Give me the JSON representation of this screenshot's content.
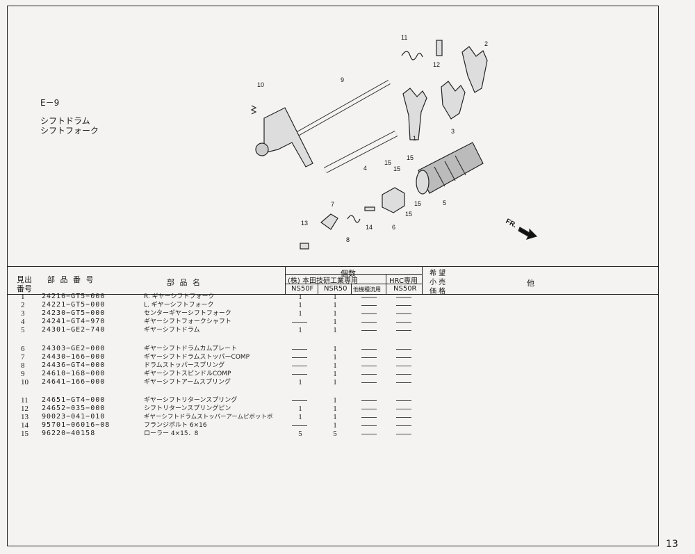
{
  "section": {
    "code": "E－9",
    "title1": "シフトドラム",
    "title2": "シフトフォーク"
  },
  "diagram": {
    "fr_label": "FR.",
    "callouts": [
      "1",
      "2",
      "3",
      "4",
      "5",
      "6",
      "7",
      "8",
      "9",
      "10",
      "11",
      "12",
      "13",
      "14",
      "15",
      "15",
      "15",
      "15",
      "15"
    ]
  },
  "header": {
    "no_label_1": "見出",
    "no_label_2": "番号",
    "part_number": "部 品 番 号",
    "part_name": "部 品 名",
    "qty_title": "個数",
    "honda_label": "(株) 本田技研工業専用",
    "hrc_label": "HRC専用",
    "col_ns50f": "NS50F",
    "col_nsr50": "NSR50",
    "col_other": "他機種流用",
    "col_ns50r": "NS50R",
    "price_1": "希 望",
    "price_2": "小 売",
    "price_3": "価 格",
    "remarks": "他"
  },
  "parts": [
    {
      "no": "1",
      "pn": "24210−GT5−000",
      "name": "R. ギヤーシフトフォーク",
      "q1": "1",
      "q2": "1"
    },
    {
      "no": "2",
      "pn": "24221−GT5−000",
      "name": "L. ギヤーシフトフォーク",
      "q1": "1",
      "q2": "1"
    },
    {
      "no": "3",
      "pn": "24230−GT5−000",
      "name": "センターギヤーシフトフォーク",
      "q1": "1",
      "q2": "1"
    },
    {
      "no": "4",
      "pn": "24241−GT4−970",
      "name": "ギヤーシフトフォークシャフト",
      "q1": "",
      "q2": "1"
    },
    {
      "no": "5",
      "pn": "24301−GE2−740",
      "name": "ギヤーシフトドラム",
      "q1": "1",
      "q2": "1"
    },
    {
      "no": "6",
      "pn": "24303−GE2−000",
      "name": "ギヤーシフトドラムカムプレート",
      "q1": "",
      "q2": "1"
    },
    {
      "no": "7",
      "pn": "24430−166−000",
      "name": "ギヤーシフトドラムストッパーCOMP",
      "q1": "",
      "q2": "1"
    },
    {
      "no": "8",
      "pn": "24436−GT4−000",
      "name": "ドラムストッパースプリング",
      "q1": "",
      "q2": "1"
    },
    {
      "no": "9",
      "pn": "24610−168−000",
      "name": "ギヤーシフトスピンドルCOMP",
      "q1": "",
      "q2": "1"
    },
    {
      "no": "10",
      "pn": "24641−166−000",
      "name": "ギヤーシフトアームスプリング",
      "q1": "1",
      "q2": "1"
    },
    {
      "no": "11",
      "pn": "24651−GT4−000",
      "name": "ギヤーシフトリターンスプリング",
      "q1": "",
      "q2": "1"
    },
    {
      "no": "12",
      "pn": "24652−035−000",
      "name": "シフトリターンスプリングピン",
      "q1": "1",
      "q2": "1"
    },
    {
      "no": "13",
      "pn": "90023−041−010",
      "name": "ギヤーシフトドラムストッパーアームピボットボ",
      "q1": "1",
      "q2": "1"
    },
    {
      "no": "14",
      "pn": "95701−06016−08",
      "name": "フランジボルト 6×16",
      "q1": "",
      "q2": "1"
    },
    {
      "no": "15",
      "pn": "96220−40158",
      "name": "ローラー 4×15．8",
      "q1": "5",
      "q2": "5"
    }
  ],
  "page_number": "13"
}
